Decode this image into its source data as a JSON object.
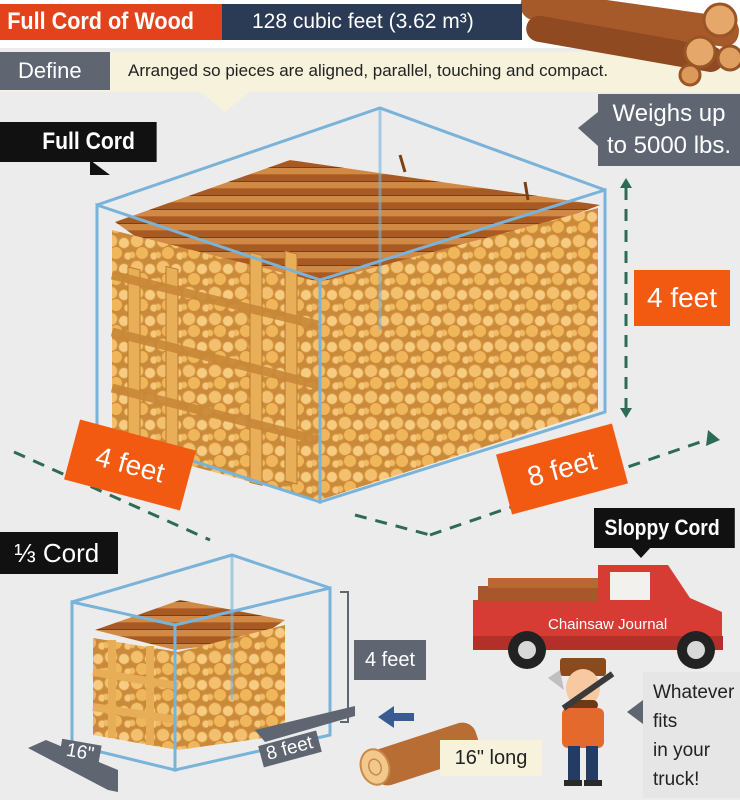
{
  "header": {
    "title": "Full Cord of Wood",
    "volume": "128 cubic feet (3.62 m³)",
    "define_label": "Define",
    "definition": "Arranged so pieces are aligned, parallel, touching and compact."
  },
  "full_cord": {
    "label": "Full Cord",
    "weight_line1": "Weighs up",
    "weight_line2": "to 5000 lbs.",
    "height": "4 feet",
    "depth": "4 feet",
    "length": "8 feet"
  },
  "third_cord": {
    "label": "⅓ Cord",
    "height": "4 feet",
    "depth": "16\"",
    "length": "8 feet",
    "log_length": "16\" long"
  },
  "sloppy_cord": {
    "label": "Sloppy Cord",
    "truck_text": "Chainsaw Journal",
    "caption_line1": "Whatever",
    "caption_line2": "fits",
    "caption_line3": "in your",
    "caption_line4": "truck!"
  },
  "colors": {
    "accent_orange": "#f25a11",
    "title_red": "#e2431c",
    "navy": "#2b3a55",
    "box_blue": "#7ab3d9",
    "guide_green": "#2e6b57"
  }
}
